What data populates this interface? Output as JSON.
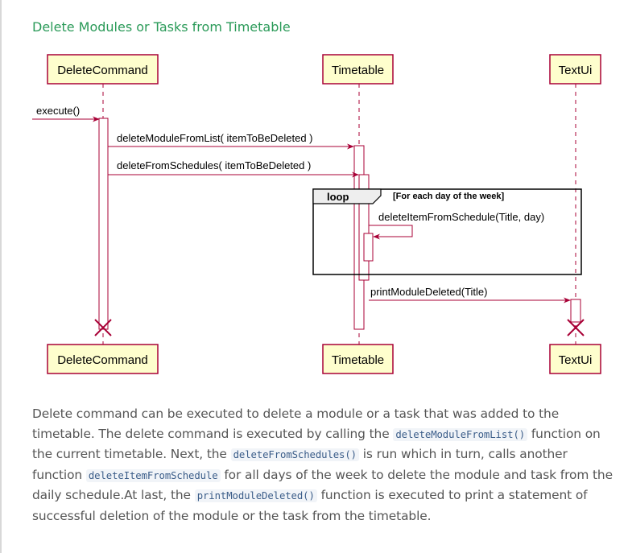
{
  "section": {
    "title": "Delete Modules or Tasks from Timetable"
  },
  "diagram": {
    "participants": [
      {
        "id": "p1",
        "name": "DeleteCommand"
      },
      {
        "id": "p2",
        "name": "Timetable"
      },
      {
        "id": "p3",
        "name": "TextUi"
      }
    ],
    "messages": [
      {
        "id": "m0",
        "label": "execute()"
      },
      {
        "id": "m1",
        "label": "deleteModuleFromList( itemToBeDeleted )"
      },
      {
        "id": "m2",
        "label": "deleteFromSchedules( itemToBeDeleted )"
      },
      {
        "id": "m3",
        "label": "deleteItemFromSchedule(Title, day)"
      },
      {
        "id": "m4",
        "label": "printModuleDeleted(Title)"
      }
    ],
    "loop": {
      "keyword": "loop",
      "condition": "[For each day of the week]"
    },
    "colors": {
      "participant_fill": "#fefecd",
      "line": "#a80036",
      "frame": "#000000"
    }
  },
  "description": {
    "s1": "Delete command can be executed to delete a module or a task that was added to the timetable. The delete command is executed by calling the ",
    "c1": "deleteModuleFromList()",
    "s2": " function on the current timetable. Next, the ",
    "c2": "deleteFromSchedules()",
    "s3": " is run which in turn, calls another function ",
    "c3": "deleteItemFromSchedule",
    "s4": " for all days of the week to delete the module and task from the daily schedule.At last, the ",
    "c4": "printModuleDeleted()",
    "s5": " function is executed to print a statement of successful deletion of the module or the task from the timetable."
  }
}
